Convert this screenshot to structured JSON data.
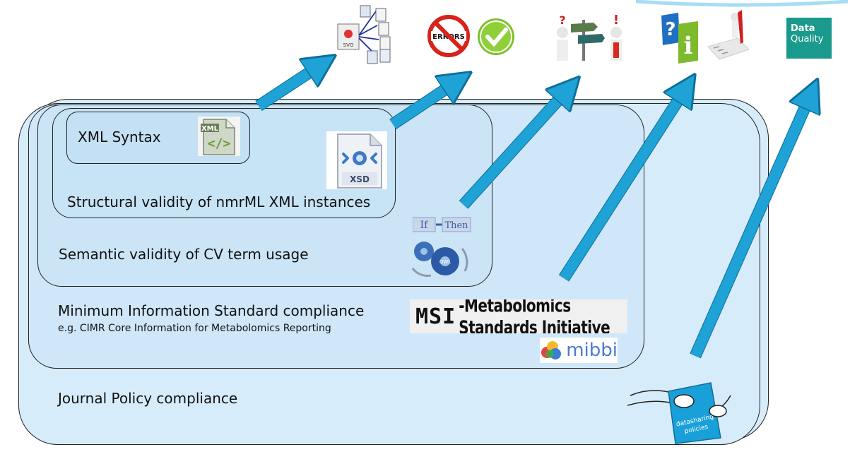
{
  "levels": {
    "xml_syntax": "XML Syntax",
    "structural": "Structural validity of nmrML XML instances",
    "semantic": "Semantic validity of CV term usage",
    "minimum_info": "Minimum Information Standard compliance",
    "minimum_info_example": "e.g.  CIMR Core Information for Metabolomics Reporting",
    "journal": "Journal Policy compliance"
  },
  "icons": {
    "xml_file": "XML",
    "xsd_file": "XSD",
    "if_then_left": "If",
    "if_then_right": "Then",
    "owl_gear": "OWL",
    "errors_sign": "ERRORS",
    "msi_prefix": "MSI",
    "msi_logo": "-Metabolomics Standards Initiative",
    "mibbi_logo": "mibbi",
    "data_quality_line1": "Data",
    "data_quality_line2": "Quality",
    "datasharing_line1": "datasharing",
    "datasharing_line2": "policies",
    "svg_doc": "SVG"
  },
  "colors": {
    "box_fill": "#d6ecfb",
    "arrow_fill": "#1fa2d6",
    "arrow_stroke": "#0e6f99",
    "border": "#222222"
  }
}
